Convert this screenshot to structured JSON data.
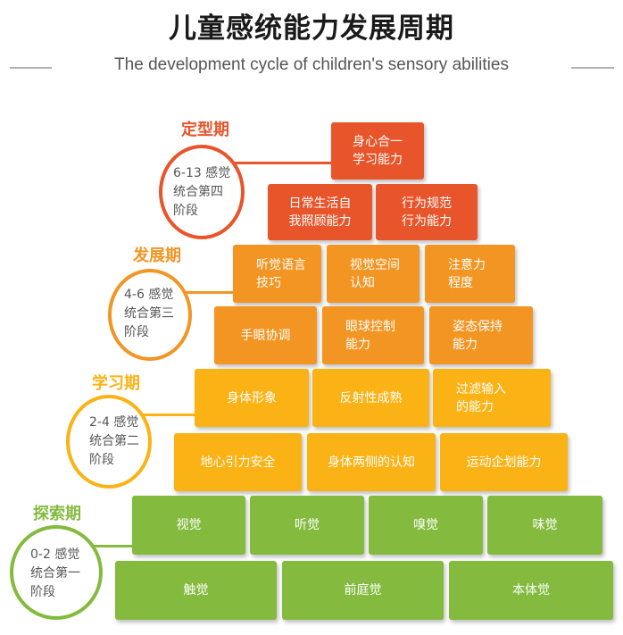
{
  "header": {
    "title": "儿童感统能力发展周期",
    "subtitle": "The development cycle of children's sensory abilities"
  },
  "colors": {
    "stage1": "#e8552b",
    "stage2": "#f29523",
    "stage3": "#fbb215",
    "stage4": "#84bb3f"
  },
  "stages": {
    "s1": {
      "title": "定型期",
      "desc": [
        "6-13 感觉",
        "统合第四",
        "阶段"
      ]
    },
    "s2": {
      "title": "发展期",
      "desc": [
        "4-6 感觉",
        "统合第三",
        "阶段"
      ]
    },
    "s3": {
      "title": "学习期",
      "desc": [
        "2-4 感觉",
        "统合第二",
        "阶段"
      ]
    },
    "s4": {
      "title": "探索期",
      "desc": [
        "0-2 感觉",
        "统合第一",
        "阶段"
      ]
    }
  },
  "pyramid": {
    "row1": [
      [
        "身心合一",
        "学习能力"
      ]
    ],
    "row2": [
      [
        "日常生活自",
        "我照顾能力"
      ],
      [
        "行为规范",
        "行为能力"
      ]
    ],
    "row3": [
      [
        "听觉语言",
        "技巧"
      ],
      [
        "视觉空间",
        "认知"
      ],
      [
        "注意力",
        "程度"
      ]
    ],
    "row4": [
      [
        "手眼协调"
      ],
      [
        "眼球控制",
        "能力"
      ],
      [
        "姿态保持",
        "能力"
      ]
    ],
    "row5": [
      [
        "身体形象"
      ],
      [
        "反射性成熟"
      ],
      [
        "过滤输入",
        "的能力"
      ]
    ],
    "row6": [
      [
        "地心引力安全"
      ],
      [
        "身体两侧的认知"
      ],
      [
        "运动企划能力"
      ]
    ],
    "row7": [
      [
        "视觉"
      ],
      [
        "听觉"
      ],
      [
        "嗅觉"
      ],
      [
        "味觉"
      ]
    ],
    "row8": [
      [
        "触觉"
      ],
      [
        "前庭觉"
      ],
      [
        "本体觉"
      ]
    ]
  }
}
